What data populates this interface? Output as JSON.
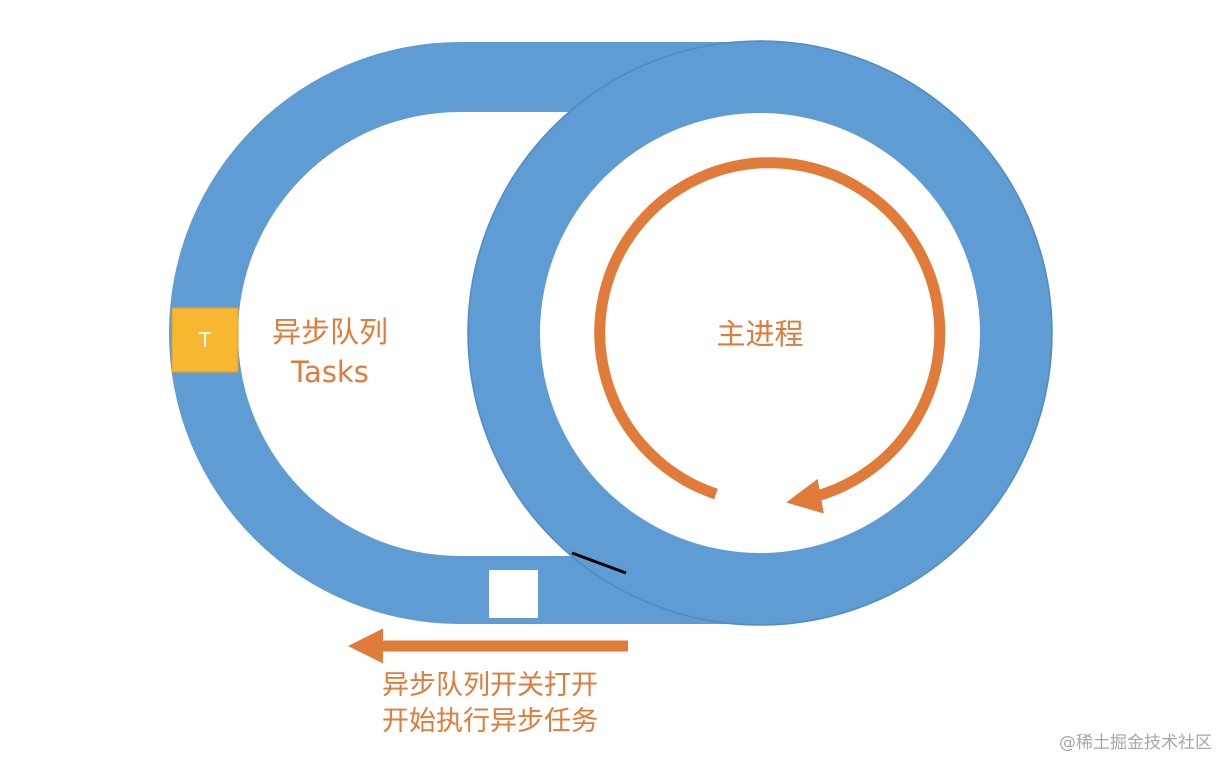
{
  "colors": {
    "ring": "#5E9CD3",
    "accent": "#E07B39",
    "task": "#F7B731",
    "background": "#FFFFFF",
    "watermark": "#A3A7AE"
  },
  "async_queue": {
    "line1": "异步队列",
    "line2": "Tasks",
    "task_label": "T"
  },
  "main_process": {
    "label": "主进程"
  },
  "switch": {
    "line1": "异步队列开关打开",
    "line2": "开始执行异步任务"
  },
  "watermark": "@稀土掘金技术社区"
}
